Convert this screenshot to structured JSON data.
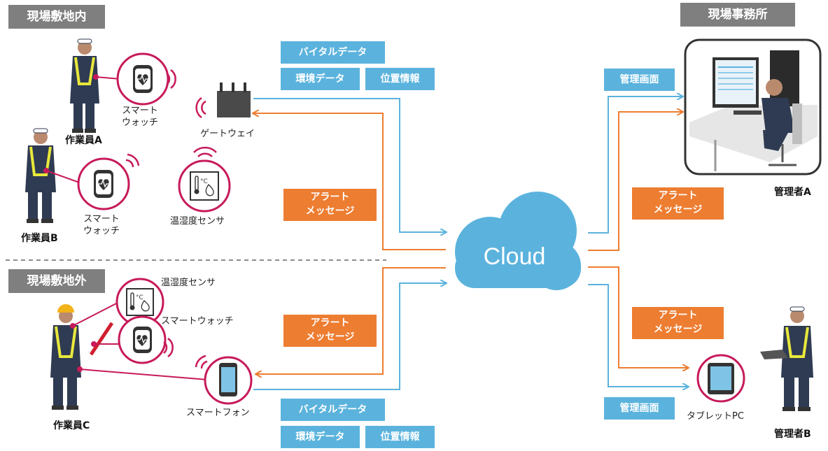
{
  "sections": {
    "site_inside": "現場敷地内",
    "site_outside": "現場敷地外",
    "office": "現場事務所"
  },
  "workers": {
    "a": "作業員A",
    "b": "作業員B",
    "c": "作業員C"
  },
  "managers": {
    "a": "管理者A",
    "b": "管理者B"
  },
  "devices": {
    "smartwatch_a": [
      "スマート",
      "ウォッチ"
    ],
    "smartwatch_b": [
      "スマート",
      "ウォッチ"
    ],
    "gateway": "ゲートウェイ",
    "sensor_inside": "温湿度センサ",
    "sensor_outside": "温湿度センサ",
    "smartwatch_c": "スマートウォッチ",
    "smartphone": "スマートフォン",
    "tablet": "タブレットPC"
  },
  "data_boxes": {
    "vital": "バイタルデータ",
    "env": "環境データ",
    "location": "位置情報"
  },
  "alert": [
    "アラート",
    "メッセージ"
  ],
  "admin_screen": "管理画面",
  "cloud": "Cloud",
  "colors": {
    "blue": "#5bb3dd",
    "orange": "#ed7d31",
    "magenta": "#c71a5a",
    "gray_tag": "#7f7f7f",
    "navy": "#2f3b52"
  }
}
